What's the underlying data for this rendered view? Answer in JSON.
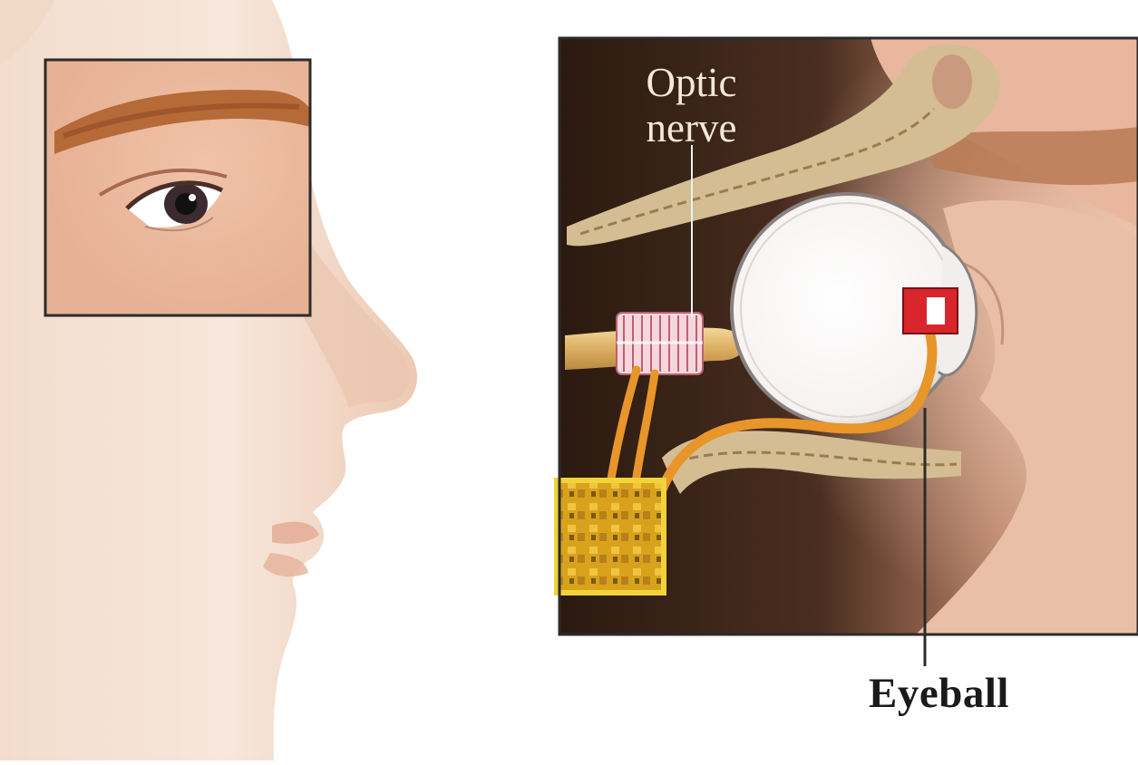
{
  "labels": {
    "optic_nerve_line1": "Optic",
    "optic_nerve_line2": "nerve",
    "eyeball": "Eyeball"
  },
  "colors": {
    "skin_light": "#f6e6da",
    "skin_mid": "#e8bfa4",
    "skin_shadow": "#c98f72",
    "eyebrow": "#b86a3a",
    "panel_bg": "#3a2418",
    "bone": "#d8c49a",
    "nerve": "#e2b56a",
    "wire": "#e8952a",
    "implant_frame": "#f0d43a",
    "receiver": "#d8262c",
    "outline": "#2b2b2b"
  },
  "icons": {
    "implant_chip": "camera-chip-icon",
    "receiver": "retina-implant-icon"
  }
}
